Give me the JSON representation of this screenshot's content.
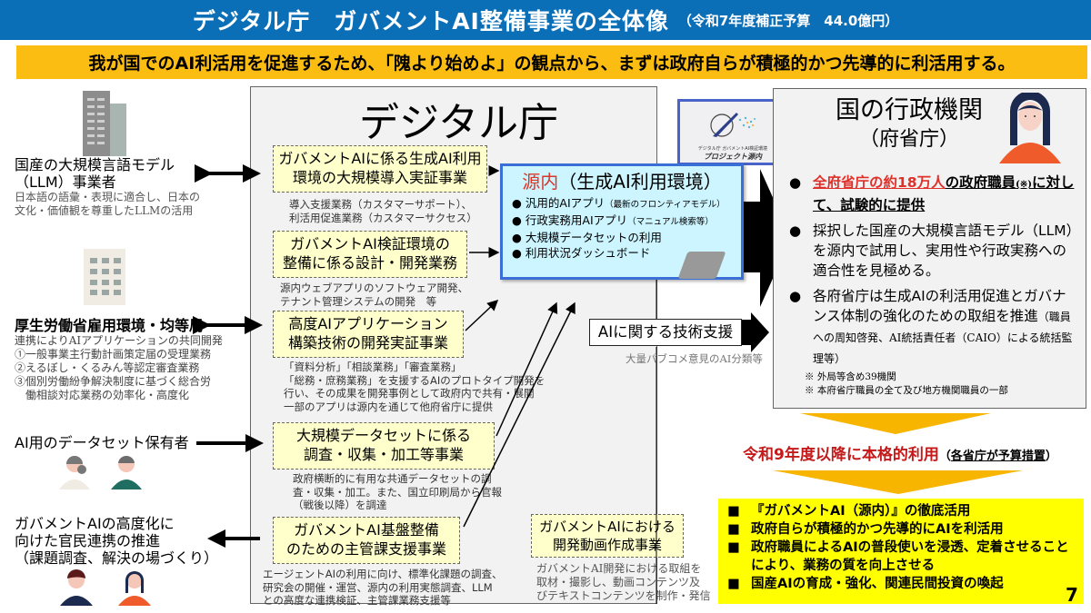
{
  "header": {
    "title": "デジタル庁　ガバメントAI整備事業の全体像",
    "subtitle": "（令和7年度補正予算　44.0億円）"
  },
  "banner": "我が国でのAI利活用を促進するため、「隗より始めよ」の観点から、まずは政府自らが積極的かつ先導的に利活用する。",
  "actors": [
    {
      "title_lines": [
        "国産の大規模言語モデル",
        "（LLM）事業者"
      ],
      "desc_lines": [
        "日本語の語彙・表現に適合し、日本の",
        "文化・価値観を尊重したLLMの活用"
      ]
    },
    {
      "title_lines": [
        "厚生労働省雇用環境・均等局"
      ],
      "desc_lines": [
        "連携によりAIアプリケーションの共同開発",
        "①一般事業主行動計画策定届の受理業務",
        "②えるぼし・くるみん等認定審査業務",
        "③個別労働紛争解決制度に基づく総合労",
        "　働相談対応業務の効率化・高度化"
      ]
    },
    {
      "title_lines": [
        "AI用のデータセット保有者"
      ],
      "desc_lines": []
    },
    {
      "title_lines": [
        "ガバメントAIの高度化に",
        "向けた官民連携の推進",
        "（課題調査、解決の場づくり）"
      ],
      "desc_lines": []
    }
  ],
  "digital_agency": {
    "title": "デジタル庁",
    "projects": [
      {
        "lines": [
          "ガバメントAIに係る生成AI利用",
          "環境の大規模導入実証事業"
        ],
        "note_lines": [
          "導入支援業務（カスタマーサポート）、",
          "利活用促進業務（カスタマーサクセス）"
        ]
      },
      {
        "lines": [
          "ガバメントAI検証環境の",
          "整備に係る設計・開発業務"
        ],
        "note_lines": [
          "源内ウェブアプリのソフトウェア開発、",
          "テナント管理システムの開発　等"
        ]
      },
      {
        "lines": [
          "高度AIアプリケーション",
          "構築技術の開発実証事業"
        ],
        "note_lines": [
          "「資料分析」「相談業務」「審査業務」",
          "「総務・庶務業務」を支援するAIのプロトタイプ開発を",
          "行い、その成果を開発事例として政府内で共有・展開",
          "一部のアプリは源内を通じて他府省庁に提供"
        ]
      },
      {
        "lines": [
          "大規模データセットに係る",
          "調査・収集・加工等事業"
        ],
        "note_lines": [
          "政府横断的に有用な共通データセットの調",
          "査・収集・加工。また、国立印刷局から官報",
          "（戦後以降）を調達"
        ]
      },
      {
        "lines": [
          "ガバメントAI基盤整備",
          "のための主管課支援事業"
        ],
        "note_lines": [
          "エージェントAIの利用に向け、標準化課題の調査、",
          "研究会の開催・運営、源内の利用実態調査、LLM",
          "との高度な連携検証、主管課業務支援等"
        ]
      },
      {
        "lines": [
          "ガバメントAIにおける",
          "開発動画作成事業"
        ],
        "note_lines": [
          "ガバメントAI開発における取組を",
          "取材・撮影し、動画コンテンツ及",
          "びテキストコンテンツを制作・発信"
        ]
      }
    ]
  },
  "gennai": {
    "title_red": "源内",
    "title_rest": "（生成AI利用環境）",
    "items": [
      {
        "text": "汎用的AIアプリ",
        "small": "（最新のフロンティアモデル）"
      },
      {
        "text": "行政実務用AIアプリ",
        "small": "（マニュアル検索等）"
      },
      {
        "text": "大規模データセットの利用",
        "small": ""
      },
      {
        "text": "利用状況ダッシュボード",
        "small": ""
      }
    ],
    "logo_caption": "デジタル庁 ガバメントAI検証環境",
    "logo_name": "プロジェクト源内"
  },
  "tech_support": {
    "label": "AIに関する技術支援",
    "note": "大量パブコメ意見のAI分類等"
  },
  "ministries": {
    "title": "国の行政機関",
    "subtitle": "（府省庁）",
    "bullets": [
      {
        "red": "全府省庁の約18万人",
        "rest": "の政府職員",
        "mark": "(※)",
        "tail": "に対して、試験的に提供"
      },
      {
        "text": "採択した国産の大規模言語モデル（LLM）を源内で試用し、実用性や行政実務への適合性を見極める。"
      },
      {
        "text": "各府省庁は生成AIの利活用促進とガバナンス体制の強化のための取組を推進",
        "small": "（職員への周知啓発、AI統括責任者（CAIO）による統括監理等）"
      }
    ],
    "notes": [
      "※ 外局等含め39機関",
      "※ 本府省庁職員の全て及び地方機関職員の一部"
    ]
  },
  "future": {
    "main": "令和9年度以降に本格的利用",
    "paren_open": "（",
    "paren_text": "各省庁が予算措置",
    "paren_close": "）"
  },
  "outcomes": [
    "『ガバメントAI（源内）』の徹底活用",
    "政府自らが積極的かつ先導的にAIを利活用",
    "政府職員によるAIの普段使いを浸透、定着させることにより、業務の質を向上させる",
    "国産AIの育成・強化、関連民間投資の喚起"
  ],
  "page_number": "7",
  "colors": {
    "header_bg": "#0b6fb8",
    "banner_bg": "#fbbd12",
    "project_box_bg": "#ffffcc",
    "gennai_bg": "#ccf5ff",
    "gennai_border": "#3a6fd6",
    "accent_red": "#e0302a",
    "outcome_bg": "#ffff00"
  }
}
